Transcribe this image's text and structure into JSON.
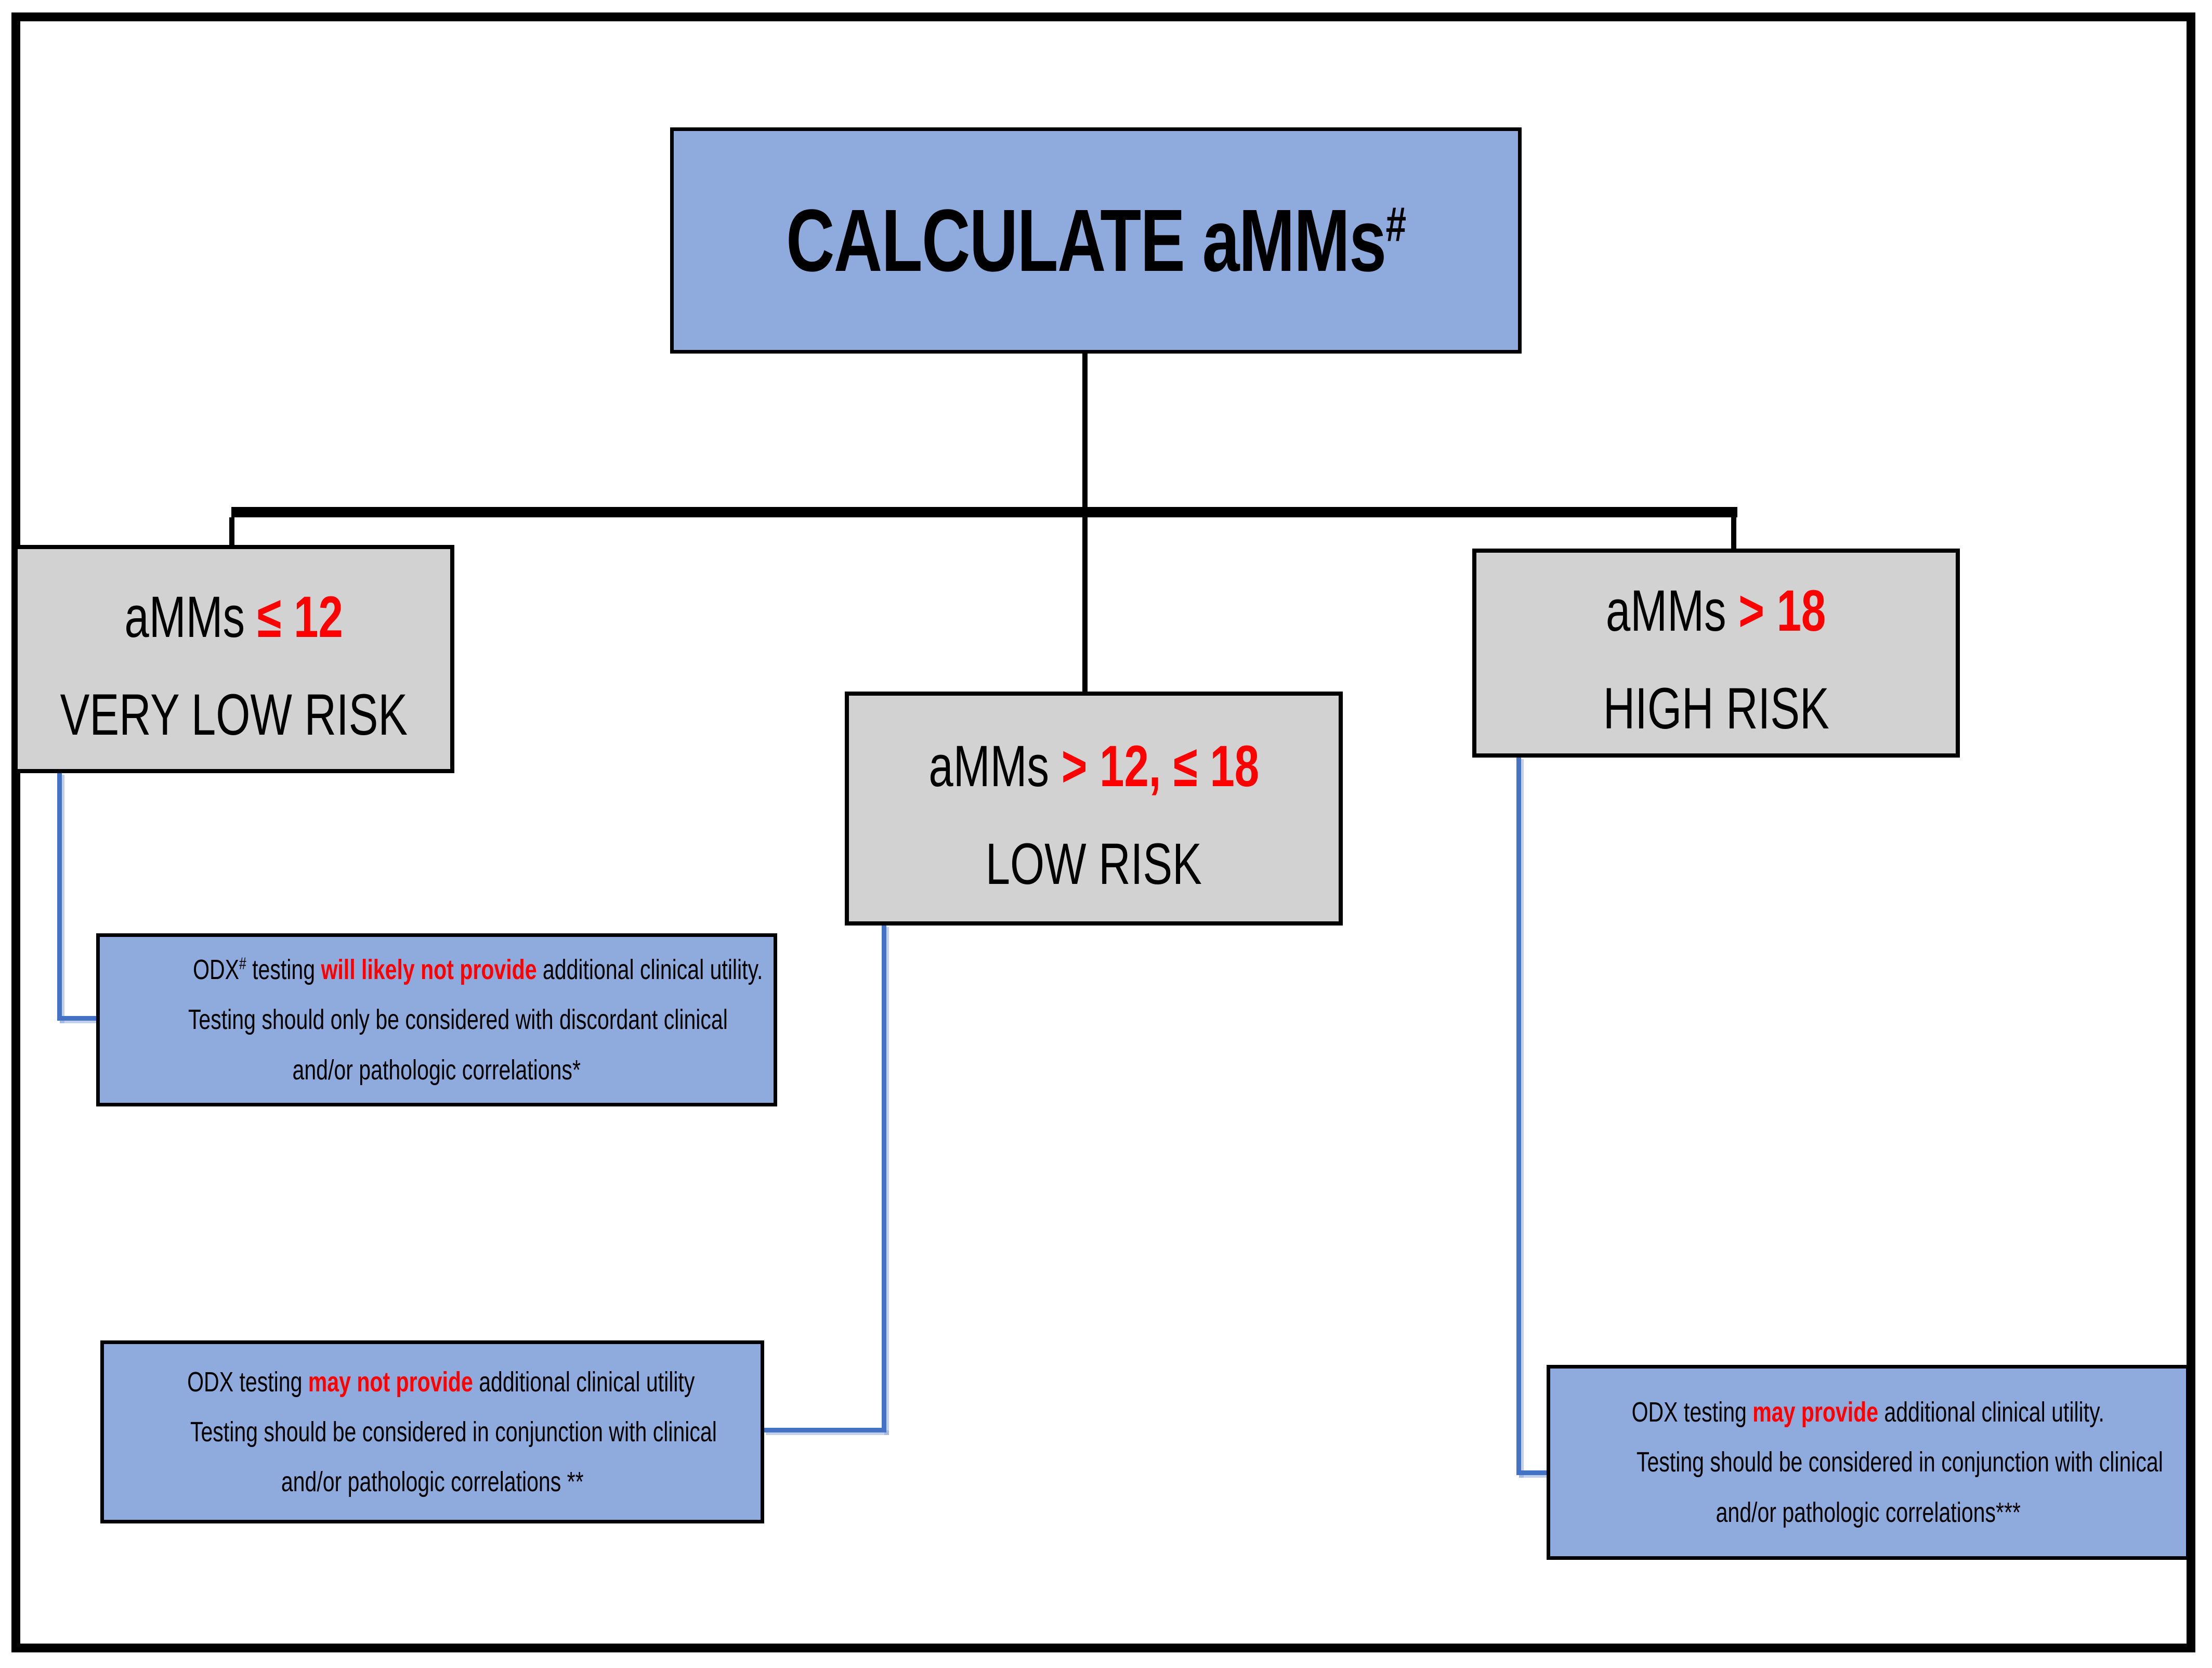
{
  "colors": {
    "node_blue": "#8FAADC",
    "node_grey": "#D3D2D2",
    "connector_blue": "#4472C4",
    "tree_black": "#000000",
    "highlight_red": "#FF0000"
  },
  "title": {
    "text": "CALCULATE aMMs",
    "sup": "#"
  },
  "risk_boxes": [
    {
      "label_prefix": "aMMs ",
      "condition": "≤ 12",
      "risk": "VERY LOW RISK"
    },
    {
      "label_prefix": "aMMs ",
      "condition": "> 12, ≤ 18",
      "risk": "LOW RISK"
    },
    {
      "label_prefix": "aMMs ",
      "condition": "> 18",
      "risk": "HIGH RISK"
    }
  ],
  "note_boxes": [
    {
      "lead": "ODX",
      "lead_sup": "#",
      "before_red": " testing ",
      "red": "will likely not provide",
      "after_red": " additional clinical utility.",
      "line2": "Testing should only be considered with discordant clinical",
      "line3": "and/or pathologic correlations*"
    },
    {
      "lead": "ODX",
      "lead_sup": "",
      "before_red": " testing ",
      "red": "may not provide",
      "after_red": " additional clinical utility",
      "line2": "Testing should be considered in conjunction with clinical",
      "line3": "and/or pathologic correlations **"
    },
    {
      "lead": "ODX",
      "lead_sup": "",
      "before_red": " testing ",
      "red": "may provide",
      "after_red": " additional clinical utility.",
      "line2": "Testing should be considered in conjunction with clinical",
      "line3": "and/or pathologic correlations***"
    }
  ]
}
